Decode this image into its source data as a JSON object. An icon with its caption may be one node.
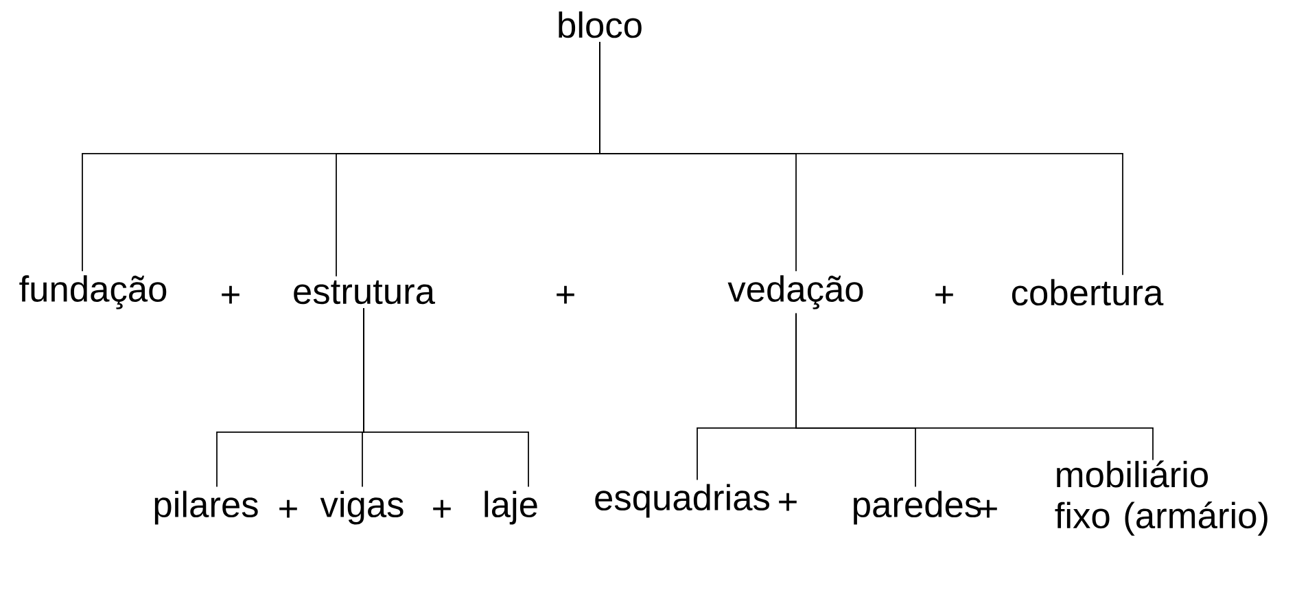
{
  "diagram": {
    "nodes": [
      {
        "text": [
          "bloco"
        ]
      },
      {
        "text": [
          "fundação"
        ]
      },
      {
        "text": [
          "estrutura"
        ]
      },
      {
        "text": [
          "vedação"
        ]
      },
      {
        "text": [
          "cobertura"
        ]
      },
      {
        "text": [
          "pilares"
        ]
      },
      {
        "text": [
          "vigas"
        ]
      },
      {
        "text": [
          "laje"
        ]
      },
      {
        "text": [
          "esquadrias"
        ]
      },
      {
        "text": [
          "paredes"
        ]
      },
      {
        "text": [
          "mobiliário fixo (armário)"
        ]
      }
    ],
    "edges": [
      {
        "from": 0,
        "to": 1,
        "arrow": "none"
      },
      {
        "from": 0,
        "to": 2,
        "arrow": "none"
      },
      {
        "from": 0,
        "to": 3,
        "arrow": "none"
      },
      {
        "from": 0,
        "to": 4,
        "arrow": "none"
      },
      {
        "from": 2,
        "to": 5,
        "arrow": "none"
      },
      {
        "from": 2,
        "to": 6,
        "arrow": "none"
      },
      {
        "from": 2,
        "to": 7,
        "arrow": "none"
      },
      {
        "from": 3,
        "to": 8,
        "arrow": "none"
      },
      {
        "from": 3,
        "to": 9,
        "arrow": "none"
      },
      {
        "from": 3,
        "to": 10,
        "arrow": "none"
      }
    ],
    "labels": [
      "+",
      "+",
      "+",
      "+",
      "+",
      "+",
      "+"
    ]
  }
}
